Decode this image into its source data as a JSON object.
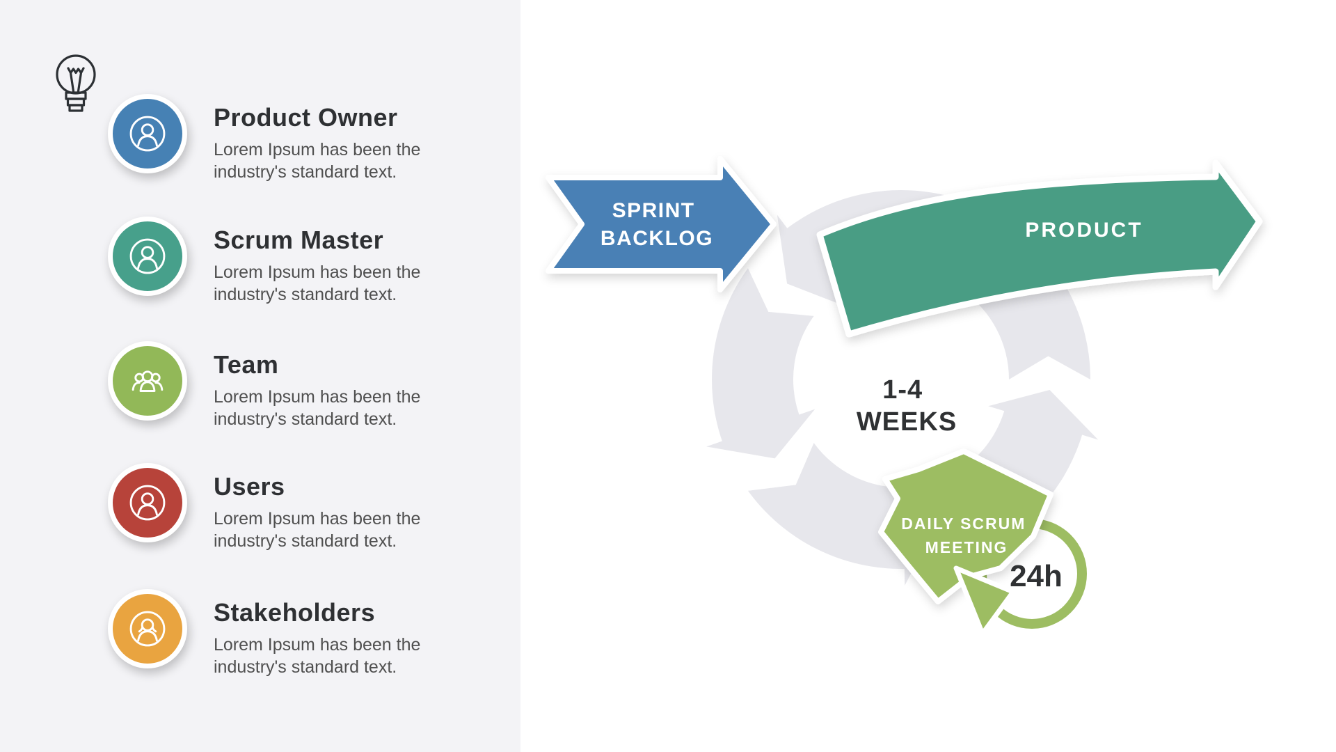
{
  "slide": {
    "background": "#ffffff",
    "sidebar_background": "#f3f3f6"
  },
  "sidebar": {
    "roles": [
      {
        "title": "Product Owner",
        "description": "Lorem Ipsum has been the industry's standard text.",
        "color": "#4681b4",
        "icon": "person-icon"
      },
      {
        "title": "Scrum Master",
        "description": "Lorem Ipsum has been the industry's standard text.",
        "color": "#47a08b",
        "icon": "person-icon"
      },
      {
        "title": "Team",
        "description": "Lorem Ipsum has been the industry's standard text.",
        "color": "#92b858",
        "icon": "team-icon"
      },
      {
        "title": "Users",
        "description": "Lorem Ipsum has been the industry's standard text.",
        "color": "#b7433a",
        "icon": "person-icon"
      },
      {
        "title": "Stakeholders",
        "description": "Lorem Ipsum has been the industry's standard text.",
        "color": "#e9a440",
        "icon": "person-female-icon"
      }
    ]
  },
  "diagram": {
    "sprint_backlog": {
      "line1": "SPRINT",
      "line2": "BACKLOG"
    },
    "product_label": "PRODUCT",
    "cycle_duration": {
      "line1": "1-4",
      "line2": "WEEKS"
    },
    "daily_scrum": {
      "line1": "DAILY SCRUM",
      "line2": "MEETING",
      "interval_label": "24h"
    },
    "colors": {
      "sprint_blue": "#4a80b5",
      "product_green": "#4a9d84",
      "daily_green": "#9dbd62",
      "cycle_gray": "#e7e7ec",
      "duration_text": "#2f3133"
    }
  }
}
